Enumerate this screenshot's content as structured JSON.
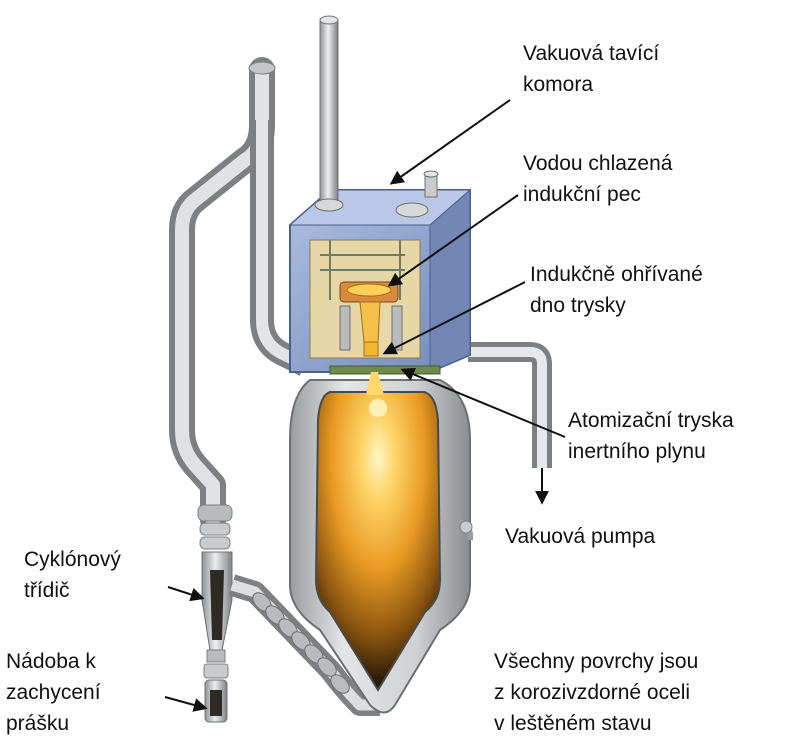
{
  "labels": {
    "chamber": [
      "Vakuová tavící",
      "komora"
    ],
    "furnace": [
      "Vodou chlazená",
      "indukční pec"
    ],
    "nozzle": [
      "Indukčně ohřívané",
      "dno trysky"
    ],
    "atomizer": [
      "Atomizační tryska",
      "inertního plynu"
    ],
    "pump": [
      "Vakuová pumpa"
    ],
    "cyclone": [
      "Cyklónový",
      "třídič"
    ],
    "container": [
      "Nádoba k",
      "zachycení",
      "prášku"
    ],
    "surfaces": [
      "Všechny povrchy jsou",
      "z korozivzdorné  oceli",
      "v leštěném stavu"
    ]
  },
  "colors": {
    "steel": "#c9cbcd",
    "chamber": "#8fa6cf",
    "furnace_bg": "#e6d6a8",
    "melt": "#f0a020",
    "arrow": "#111111"
  }
}
